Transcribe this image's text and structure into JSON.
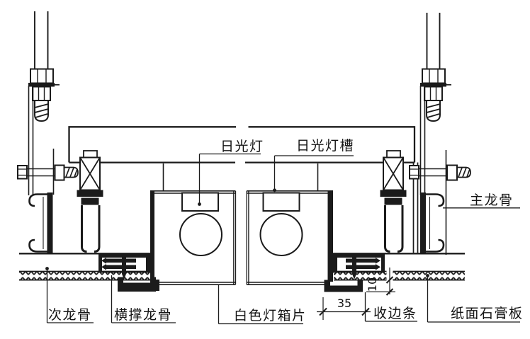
{
  "drawing": {
    "background": "#ffffff",
    "line_color": "#1b1b1b",
    "labels": {
      "fluorescent_lamp": "日光灯",
      "lamp_trough": "日光灯槽",
      "main_keel": "主龙骨",
      "secondary_keel": "次龙骨",
      "cross_brace_keel": "横撑龙骨",
      "white_lightbox_panel": "白色灯箱片",
      "edge_trim": "收边条",
      "gypsum_board": "纸面石膏板"
    },
    "dimensions": {
      "trim_width": "35",
      "recess_depth": "10"
    }
  }
}
